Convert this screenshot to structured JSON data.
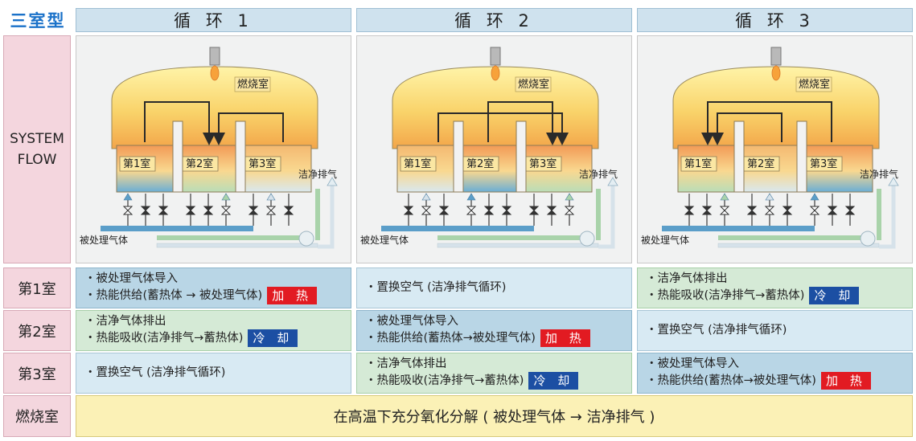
{
  "header": {
    "type_label": "三室型",
    "cycles": [
      "循 环 1",
      "循 环 2",
      "循 环 3"
    ]
  },
  "system_flow_label": "SYSTEM\nFLOW",
  "diagram_labels": {
    "furnace": "燃烧室",
    "chambers": [
      "第1室",
      "第2室",
      "第3室"
    ],
    "clean_exhaust": "洁净排气",
    "treated_gas": "被处理气体"
  },
  "rows": [
    {
      "label": "第1室",
      "cells": [
        {
          "kind": "inlet",
          "lines": [
            "・被处理气体导入",
            "・热能供给(蓄热体 → 被处理气体)"
          ],
          "badge": "加 热",
          "badge_kind": "hot"
        },
        {
          "kind": "replace",
          "lines": [
            "・置换空气 (洁净排气循环)"
          ],
          "badge": "",
          "badge_kind": ""
        },
        {
          "kind": "exhaust",
          "lines": [
            "・洁净气体排出",
            "・热能吸收(洁净排气→蓄热体)"
          ],
          "badge": "冷 却",
          "badge_kind": "cold"
        }
      ]
    },
    {
      "label": "第2室",
      "cells": [
        {
          "kind": "exhaust",
          "lines": [
            "・洁净气体排出",
            "・热能吸收(洁净排气→蓄热体)"
          ],
          "badge": "冷 却",
          "badge_kind": "cold"
        },
        {
          "kind": "inlet",
          "lines": [
            "・被处理气体导入",
            "・热能供给(蓄热体→被处理气体)"
          ],
          "badge": "加 热",
          "badge_kind": "hot"
        },
        {
          "kind": "replace",
          "lines": [
            "・置换空气 (洁净排气循环)"
          ],
          "badge": "",
          "badge_kind": ""
        }
      ]
    },
    {
      "label": "第3室",
      "cells": [
        {
          "kind": "replace",
          "lines": [
            "・置换空气 (洁净排气循环)"
          ],
          "badge": "",
          "badge_kind": ""
        },
        {
          "kind": "exhaust",
          "lines": [
            "・洁净气体排出",
            "・热能吸收(洁净排气→蓄热体)"
          ],
          "badge": "冷 却",
          "badge_kind": "cold"
        },
        {
          "kind": "inlet",
          "lines": [
            "・被处理气体导入",
            "・热能供给(蓄热体→被处理气体)"
          ],
          "badge": "加 热",
          "badge_kind": "hot"
        }
      ]
    }
  ],
  "combustion": {
    "label": "燃烧室",
    "description": "在高温下充分氧化分解 ( 被处理气体 → 洁净排气 )"
  },
  "colors": {
    "accent_blue": "#1b72c9",
    "heat_red": "#e21b22",
    "cool_blue": "#1c4fa3",
    "inlet_pipe": "#5b9ec9",
    "exhaust_pipe": "#a9d3aa",
    "replace_pipe": "#d6e2ea"
  }
}
